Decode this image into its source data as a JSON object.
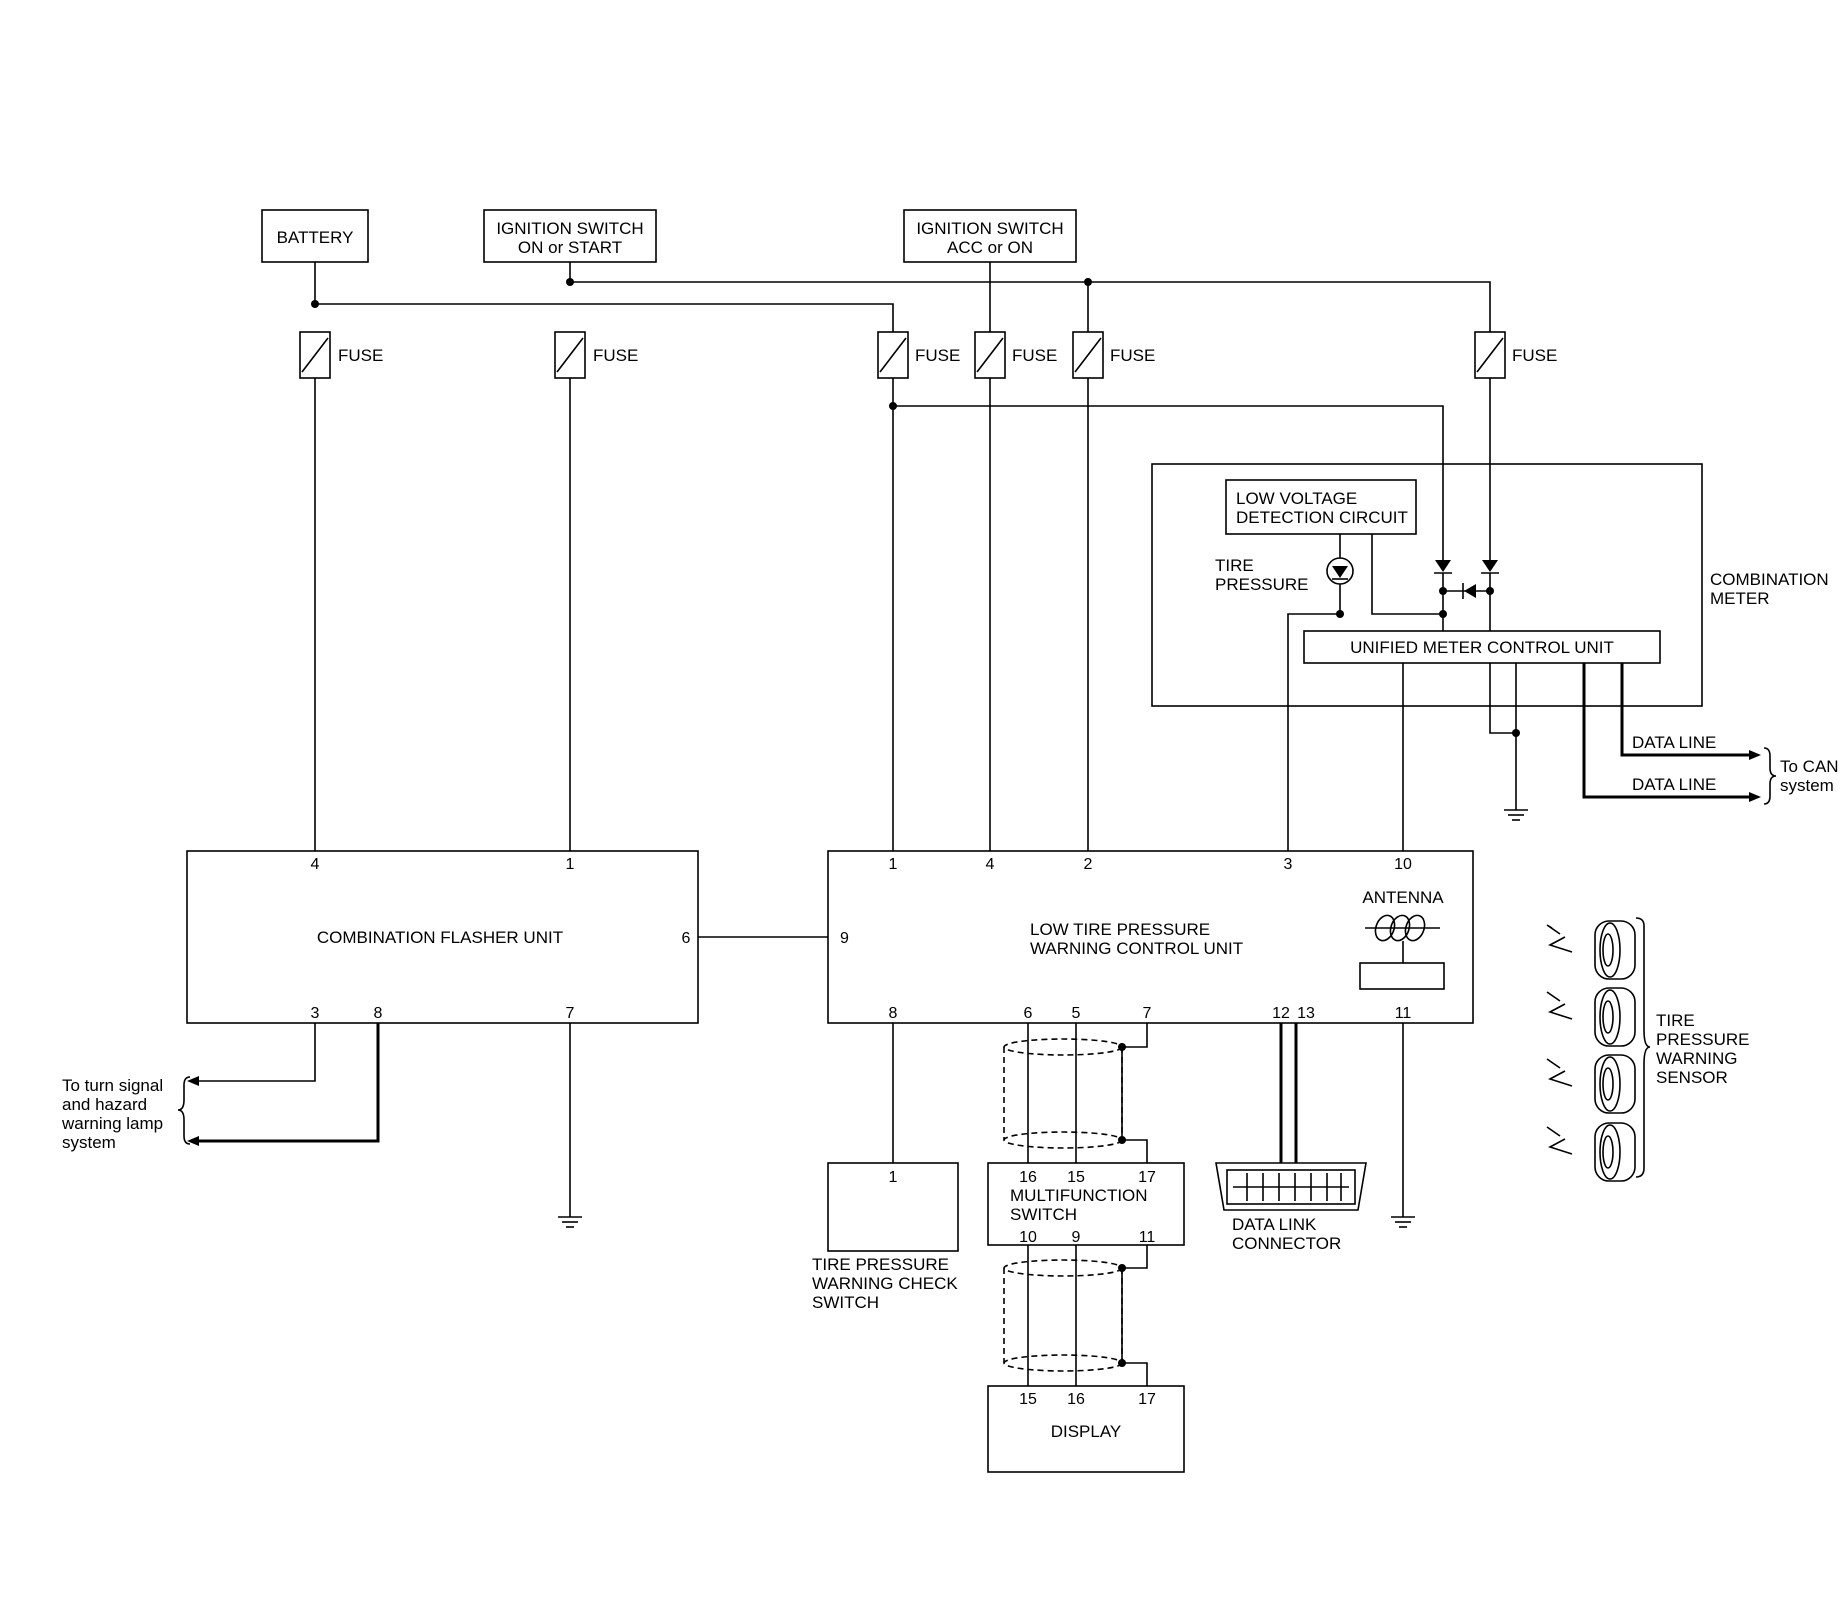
{
  "sources": {
    "battery": "BATTERY",
    "ign_on_start_1": "IGNITION SWITCH",
    "ign_on_start_2": "ON or START",
    "ign_acc_on_1": "IGNITION SWITCH",
    "ign_acc_on_2": "ACC or ON"
  },
  "fuse_label": "FUSE",
  "combination_meter": {
    "label_1": "COMBINATION",
    "label_2": "METER",
    "low_voltage_1": "LOW VOLTAGE",
    "low_voltage_2": "DETECTION CIRCUIT",
    "tire_pressure_1": "TIRE",
    "tire_pressure_2": "PRESSURE",
    "unified": "UNIFIED METER CONTROL UNIT"
  },
  "data_line": "DATA LINE",
  "to_can_1": "To CAN",
  "to_can_2": "system",
  "flasher": {
    "title": "COMBINATION FLASHER UNIT",
    "pins": {
      "p4": "4",
      "p1": "1",
      "p6": "6",
      "p3": "3",
      "p8": "8",
      "p7": "7"
    }
  },
  "ltpw": {
    "title_1": "LOW TIRE PRESSURE",
    "title_2": "WARNING CONTROL UNIT",
    "antenna": "ANTENNA",
    "pins": {
      "p1": "1",
      "p4": "4",
      "p2": "2",
      "p3": "3",
      "p10": "10",
      "p9": "9",
      "p8": "8",
      "p6": "6",
      "p5": "5",
      "p7": "7",
      "p12": "12",
      "p13": "13",
      "p11": "11"
    }
  },
  "turn_signal": [
    "To turn signal",
    "and hazard",
    "warning lamp",
    "system"
  ],
  "check_switch": {
    "pin": "1",
    "label": [
      "TIRE PRESSURE",
      "WARNING CHECK",
      "SWITCH"
    ]
  },
  "multifunction": {
    "label_1": "MULTIFUNCTION",
    "label_2": "SWITCH",
    "top_pins": [
      "16",
      "15",
      "17"
    ],
    "bottom_pins": [
      "10",
      "9",
      "11"
    ]
  },
  "data_link": {
    "label_1": "DATA LINK",
    "label_2": "CONNECTOR"
  },
  "display": {
    "label": "DISPLAY",
    "pins": [
      "15",
      "16",
      "17"
    ]
  },
  "sensor": {
    "label": [
      "TIRE",
      "PRESSURE",
      "WARNING",
      "SENSOR"
    ]
  }
}
